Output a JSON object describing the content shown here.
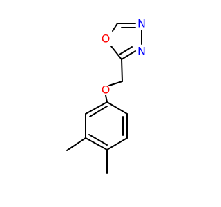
{
  "molecule": {
    "colors": {
      "bond": "#000000",
      "oxygen": "#ff0000",
      "nitrogen": "#0000ff"
    },
    "atoms": [
      {
        "id": "o_ring",
        "symbol": "O",
        "color": "oxygen"
      },
      {
        "id": "n_top",
        "symbol": "N",
        "color": "nitrogen"
      },
      {
        "id": "n_right",
        "symbol": "N",
        "color": "nitrogen"
      },
      {
        "id": "o_ether",
        "symbol": "O",
        "color": "oxygen"
      }
    ]
  }
}
